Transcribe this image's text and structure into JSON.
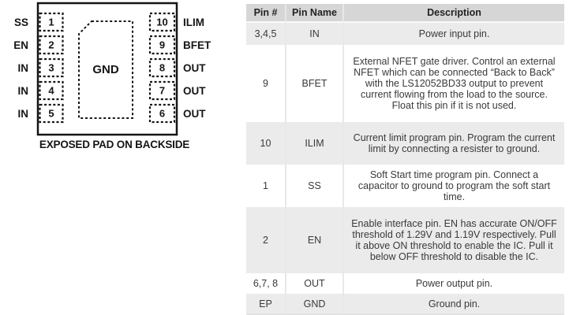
{
  "diagram": {
    "caption": "EXPOSED PAD ON BACKSIDE",
    "pad_label": "GND",
    "left_pins": [
      {
        "num": "1",
        "label": "SS"
      },
      {
        "num": "2",
        "label": "EN"
      },
      {
        "num": "3",
        "label": "IN"
      },
      {
        "num": "4",
        "label": "IN"
      },
      {
        "num": "5",
        "label": "IN"
      }
    ],
    "right_pins": [
      {
        "num": "10",
        "label": "ILIM"
      },
      {
        "num": "9",
        "label": "BFET"
      },
      {
        "num": "8",
        "label": "OUT"
      },
      {
        "num": "7",
        "label": "OUT"
      },
      {
        "num": "6",
        "label": "OUT"
      }
    ]
  },
  "table": {
    "headers": [
      "Pin #",
      "Pin Name",
      "Description"
    ],
    "rows": [
      {
        "pin": "3,4,5",
        "name": "IN",
        "desc": "Power input pin."
      },
      {
        "pin": "9",
        "name": "BFET",
        "desc": "External NFET gate driver. Control an external NFET which can be connected “Back to Back” with the LS12052BD33 output to prevent current flowing from the load to the source. Float this pin if it is not used."
      },
      {
        "pin": "10",
        "name": "ILIM",
        "desc": "Current limit program pin. Program the current limit by connecting a resister to ground."
      },
      {
        "pin": "1",
        "name": "SS",
        "desc": "Soft Start time program pin. Connect a capacitor to ground to program the soft start time."
      },
      {
        "pin": "2",
        "name": "EN",
        "desc": "Enable interface pin. EN has accurate ON/OFF threshold of 1.29V and 1.19V respectively. Pull it above ON threshold to enable the IC. Pull it below OFF threshold to disable the IC."
      },
      {
        "pin": "6,7, 8",
        "name": "OUT",
        "desc": "Power output pin."
      },
      {
        "pin": "EP",
        "name": "GND",
        "desc": "Ground pin."
      }
    ]
  },
  "colors": {
    "header_bg": "#d6d6d6",
    "alt_row_bg": "#ebebeb",
    "grid_line": "#e8e8e8",
    "diagram_line": "#151515",
    "text": "#3a3a3a"
  }
}
